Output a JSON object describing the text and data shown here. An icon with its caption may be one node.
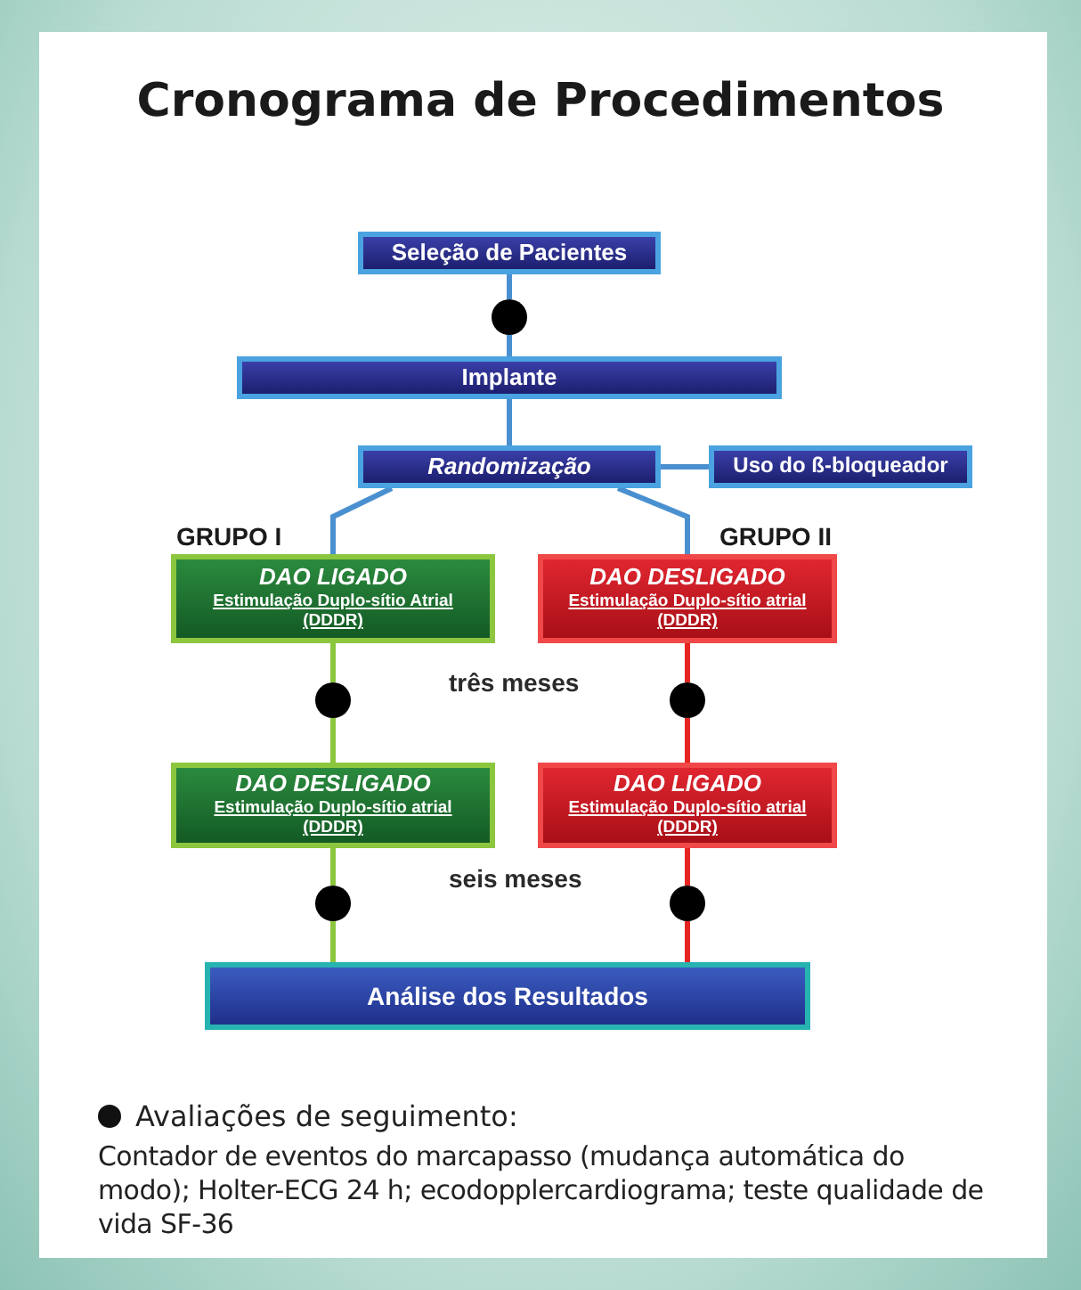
{
  "diagram": {
    "title": "Cronograma de Procedimentos",
    "nodes": [
      {
        "text": [
          "Seleção de Pacientes"
        ]
      },
      {
        "text": [],
        "shape": "circle"
      },
      {
        "text": [
          "Implante"
        ]
      },
      {
        "text": [
          "Randomização"
        ]
      },
      {
        "text": [
          "Uso do ß-bloqueador"
        ]
      },
      {
        "text": [
          "DAO LIGADO",
          "Estimulação Duplo-sítio Atrial",
          "(DDDR)"
        ],
        "beside": [
          "GRUPO I"
        ]
      },
      {
        "text": [
          "DAO DESLIGADO",
          "Estimulação Duplo-sítio atrial",
          "(DDDR)"
        ],
        "beside": [
          "GRUPO II"
        ]
      },
      {
        "text": [],
        "shape": "circle"
      },
      {
        "text": [],
        "shape": "circle"
      },
      {
        "text": [
          "DAO DESLIGADO",
          "Estimulação Duplo-sítio atrial",
          "(DDDR)"
        ]
      },
      {
        "text": [
          "DAO LIGADO",
          "Estimulação Duplo-sítio atrial",
          "(DDDR)"
        ]
      },
      {
        "text": [],
        "shape": "circle"
      },
      {
        "text": [],
        "shape": "circle"
      },
      {
        "text": [
          "Análise dos Resultados"
        ]
      }
    ],
    "edges": [
      {
        "from": 0,
        "to": 1,
        "arrow": "none"
      },
      {
        "from": 1,
        "to": 2,
        "arrow": "none"
      },
      {
        "from": 2,
        "to": 3,
        "arrow": "none"
      },
      {
        "from": 3,
        "to": 4,
        "arrow": "none"
      },
      {
        "from": 3,
        "to": 5,
        "arrow": "none"
      },
      {
        "from": 3,
        "to": 6,
        "arrow": "none"
      },
      {
        "from": 5,
        "to": 7,
        "arrow": "none",
        "color": "#8cc63f"
      },
      {
        "from": 7,
        "to": 9,
        "arrow": "none",
        "color": "#8cc63f"
      },
      {
        "from": 6,
        "to": 8,
        "arrow": "none",
        "color": "#e52620"
      },
      {
        "from": 8,
        "to": 10,
        "arrow": "none",
        "color": "#e52620"
      },
      {
        "from": 9,
        "to": 11,
        "arrow": "none",
        "color": "#8cc63f"
      },
      {
        "from": 11,
        "to": 13,
        "arrow": "none",
        "color": "#8cc63f"
      },
      {
        "from": 10,
        "to": 12,
        "arrow": "none",
        "color": "#e52620"
      },
      {
        "from": 12,
        "to": 13,
        "arrow": "none",
        "color": "#e52620"
      }
    ],
    "labels": [
      "três meses",
      "seis meses",
      "Contador de eventos do marcapasso (mudança automática do modo); Holter-ECG 24 h; ecodopplercardiograma; teste qualidade de vida SF-36"
    ],
    "legend": [
      {
        "text": "Avaliações de seguimento:"
      }
    ]
  }
}
